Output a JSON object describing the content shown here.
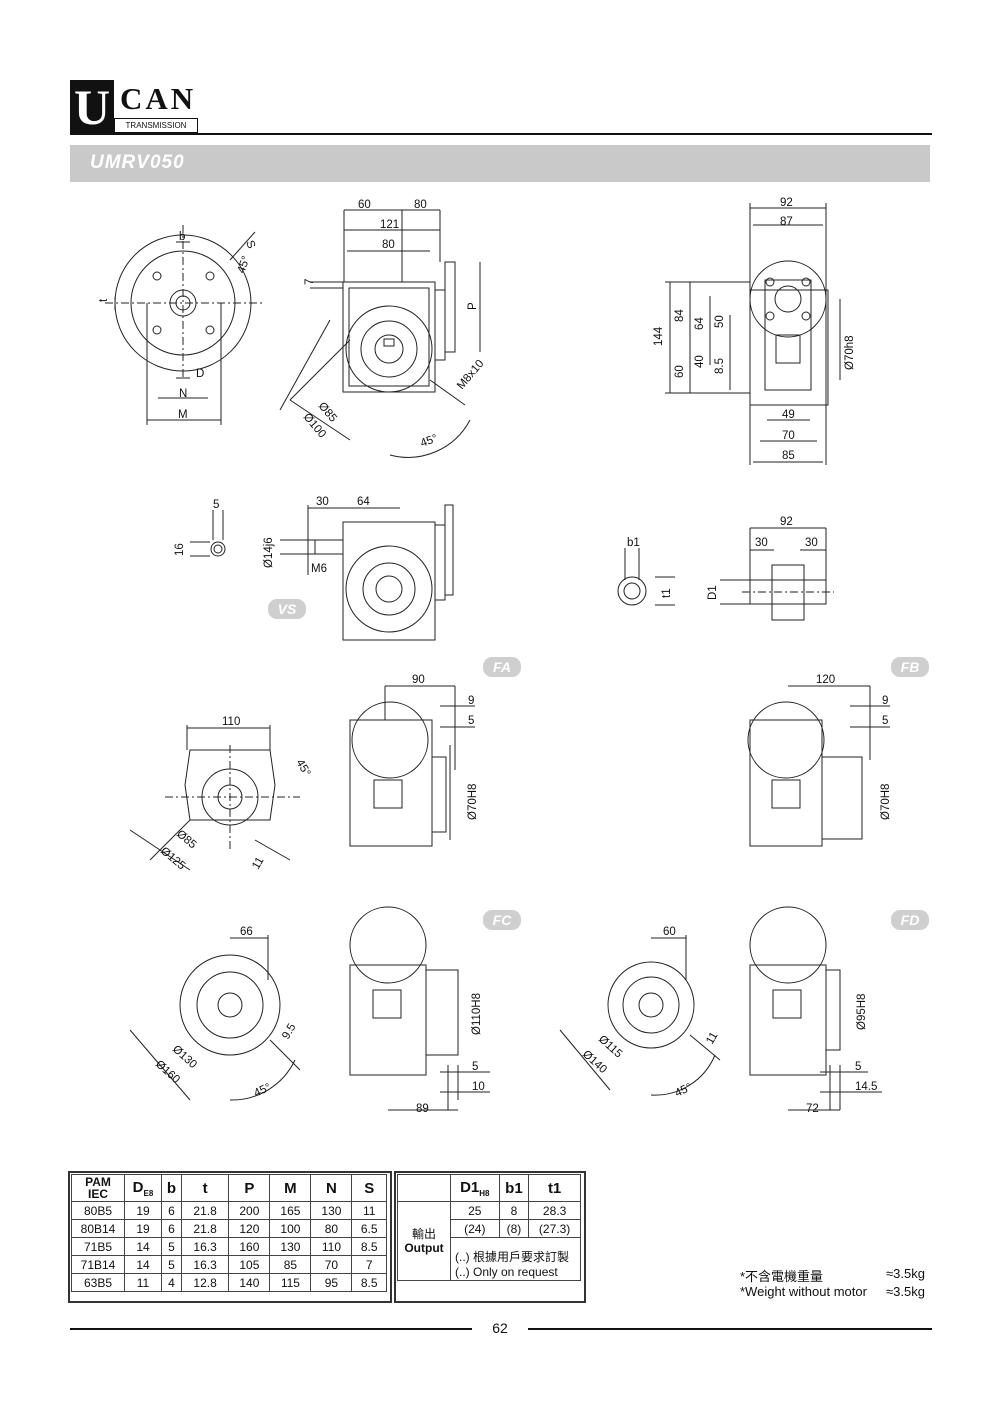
{
  "header": {
    "logo_letter": "U",
    "logo_text": "CAN",
    "logo_sub": "TRANSMISSION",
    "model": "UMRV050"
  },
  "tags": {
    "vs": "VS",
    "fa": "FA",
    "fb": "FB",
    "fc": "FC",
    "fd": "FD"
  },
  "dims": {
    "v1_b": "b",
    "v1_s": "S",
    "v1_45": "45°",
    "v1_t": "t",
    "v1_d": "D",
    "v1_n": "N",
    "v1_m": "M",
    "v2_60": "60",
    "v2_80": "80",
    "v2_121": "121",
    "v2_80b": "80",
    "v2_7": "7",
    "v2_p": "P",
    "v2_m8": "M8x10",
    "v2_85": "Ø85",
    "v2_100": "Ø100",
    "v2_45": "45°",
    "v3_92": "92",
    "v3_87": "87",
    "v3_144": "144",
    "v3_84": "84",
    "v3_64": "64",
    "v3_50": "50",
    "v3_60": "60",
    "v3_40": "40",
    "v3_85s": "8.5",
    "v3_70h8": "Ø70h8",
    "v3_49": "49",
    "v3_70": "70",
    "v3_85": "85",
    "vs_5": "5",
    "vs_16": "16",
    "vs_30": "30",
    "vs_64": "64",
    "vs_14j6": "Ø14j6",
    "vs_m6": "M6",
    "sh_b1": "b1",
    "sh_t1": "t1",
    "sh_d1": "D1",
    "sh_92": "92",
    "sh_30a": "30",
    "sh_30b": "30",
    "fa_110": "110",
    "fa_45": "45°",
    "fa_85": "Ø85",
    "fa_125": "Ø125",
    "fa_11": "11",
    "fa_90": "90",
    "fa_9": "9",
    "fa_5": "5",
    "fa_70h8": "Ø70H8",
    "fb_120": "120",
    "fb_9": "9",
    "fb_5": "5",
    "fb_70h8": "Ø70H8",
    "fc_66": "66",
    "fc_95": "9.5",
    "fc_130": "Ø130",
    "fc_160": "Ø160",
    "fc_45": "45°",
    "fc_110h8": "Ø110H8",
    "fc_5": "5",
    "fc_10": "10",
    "fc_89": "89",
    "fd_60": "60",
    "fd_11": "11",
    "fd_115": "Ø115",
    "fd_140": "Ø140",
    "fd_45": "45°",
    "fd_95h8": "Ø95H8",
    "fd_5": "5",
    "fd_145": "14.5",
    "fd_72": "72"
  },
  "table1": {
    "h_pam": "PAM",
    "h_iec": "IEC",
    "h_d": "D",
    "h_d_sub": "E8",
    "headers": [
      "b",
      "t",
      "P",
      "M",
      "N",
      "S"
    ],
    "rows": [
      [
        "80B5",
        "19",
        "6",
        "21.8",
        "200",
        "165",
        "130",
        "11"
      ],
      [
        "80B14",
        "19",
        "6",
        "21.8",
        "120",
        "100",
        "80",
        "6.5"
      ],
      [
        "71B5",
        "14",
        "5",
        "16.3",
        "160",
        "130",
        "110",
        "8.5"
      ],
      [
        "71B14",
        "14",
        "5",
        "16.3",
        "105",
        "85",
        "70",
        "7"
      ],
      [
        "63B5",
        "11",
        "4",
        "12.8",
        "140",
        "115",
        "95",
        "8.5"
      ]
    ]
  },
  "table2": {
    "h_d1": "D1",
    "h_d1_sub": "H8",
    "h_b1": "b1",
    "h_t1": "t1",
    "output_cn": "輸出",
    "output_en": "Output",
    "rows": [
      [
        "25",
        "8",
        "28.3"
      ],
      [
        "(24)",
        "(8)",
        "(27.3)"
      ]
    ],
    "note_cn": "(..) 根據用戶要求訂製",
    "note_en": "(..) Only on request"
  },
  "weight": {
    "cn_label": "*不含電機重量",
    "cn_value": "≈3.5kg",
    "en_label": "*Weight without motor",
    "en_value": "≈3.5kg"
  },
  "page_number": "62"
}
